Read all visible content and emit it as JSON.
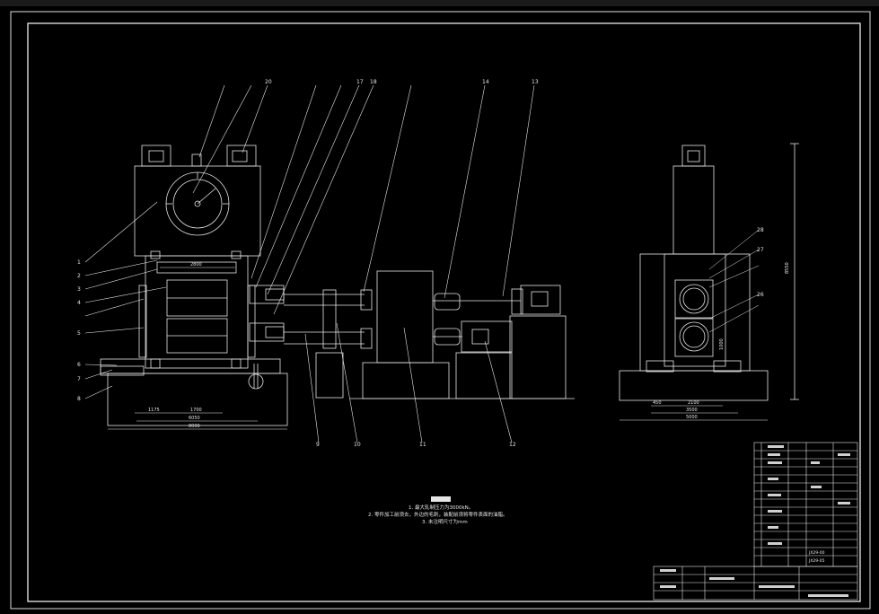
{
  "drawing": {
    "front_view": {
      "part_labels_left": [
        "1",
        "2",
        "3",
        "4",
        "5",
        "6",
        "7",
        "8"
      ],
      "part_labels_top": [
        "20",
        "17",
        "18",
        "14",
        "13"
      ],
      "part_labels_bottom": [
        "9",
        "10",
        "11",
        "12"
      ],
      "dimensions": {
        "top_width": "2800",
        "inner": "1700",
        "left_offset": "1175",
        "lower": "6050",
        "overall": "8000"
      }
    },
    "side_view": {
      "part_labels": [
        "28",
        "27",
        "26"
      ],
      "dimensions": {
        "height": "8550",
        "mid": "1000",
        "small": "450",
        "w1": "2100",
        "w2": "3500",
        "overall": "5000"
      }
    },
    "notes": {
      "line1": "1. 最大轧制压力为3000kN。",
      "line2": "2. 零件加工前须去，外边的毛刺，装配前须将零件表面的油脂。",
      "line3": "3. 未注明尺寸为mm"
    },
    "title_block": {
      "code_1": "JX29-00",
      "code_2": "JX29-05"
    }
  },
  "colors": {
    "background": "#000000",
    "line": "#e6e6e6",
    "frame": "#ffffff"
  }
}
